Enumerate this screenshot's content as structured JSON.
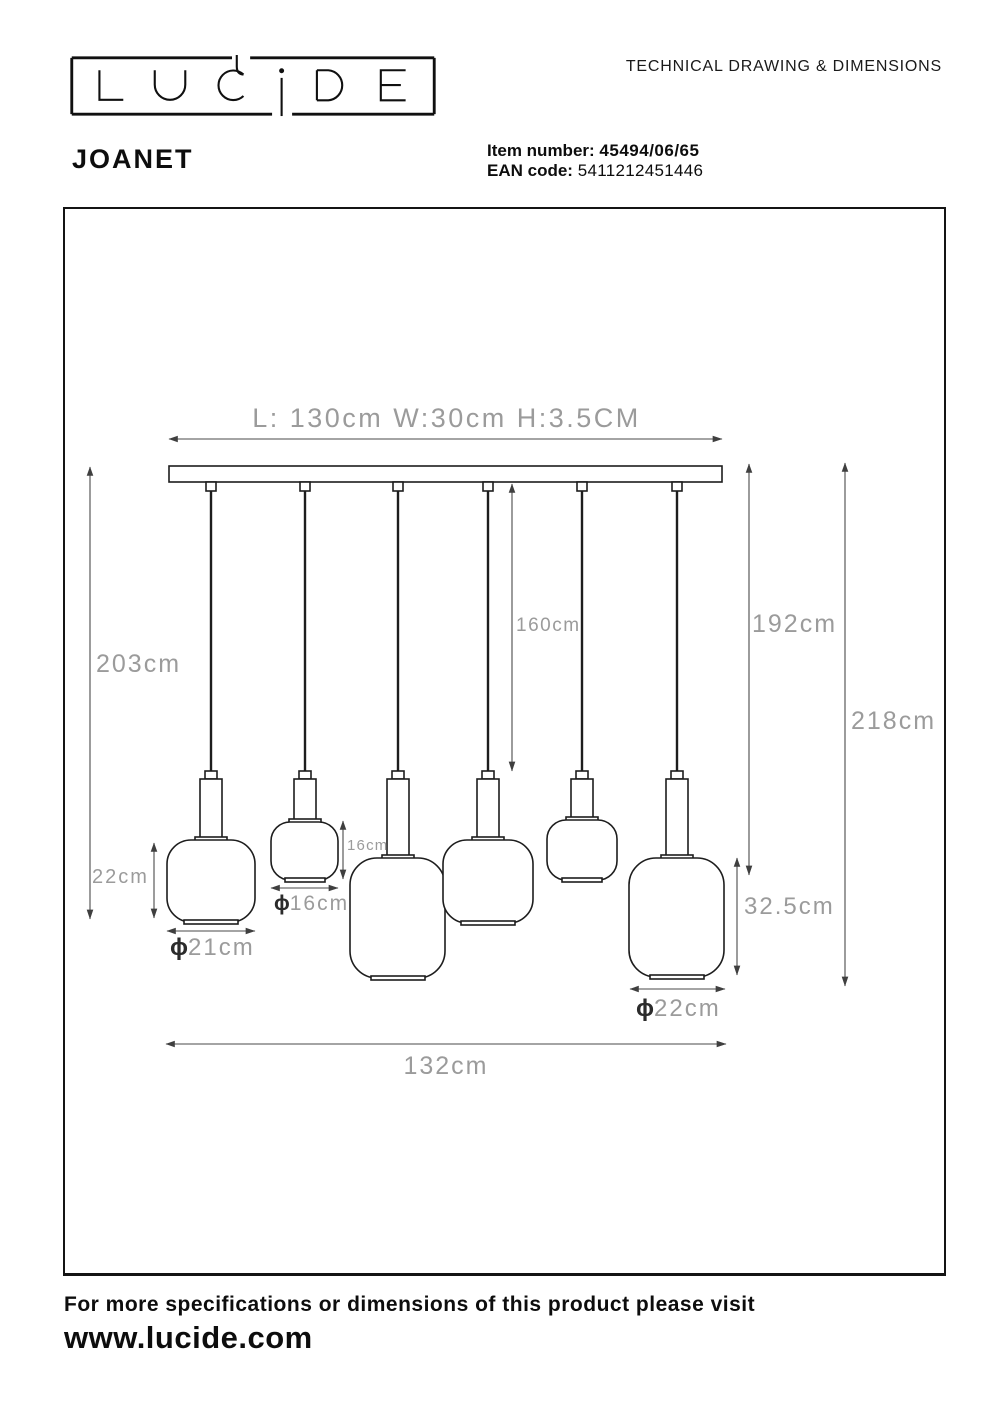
{
  "header": {
    "logo_text": "LUCIDE",
    "product_name": "JOANET",
    "doc_title": "TECHNICAL DRAWING & DIMENSIONS",
    "item_number_label": "Item number:",
    "item_number_value": "45494/06/65",
    "ean_label": "EAN code:",
    "ean_value": "5411212451446"
  },
  "drawing": {
    "ceiling_plate_label": "L: 130cm W:30cm H:3.5CM",
    "dims": {
      "drop_left": "203cm",
      "shade1_height": "22cm",
      "shade1_diameter": {
        "phi": "ϕ",
        "val": "21cm"
      },
      "shade2_diameter": {
        "phi": "ϕ",
        "val": "16cm"
      },
      "shade2_height": "16cm",
      "cord_mid": "160cm",
      "drop_right_inner": "192cm",
      "drop_right_outer": "218cm",
      "shade6_height": "32.5cm",
      "shade6_diameter": {
        "phi": "ϕ",
        "val": "22cm"
      },
      "overall_width": "132cm"
    }
  },
  "footer": {
    "note": "For more specifications or dimensions of this product please visit",
    "website": "www.lucide.com"
  }
}
